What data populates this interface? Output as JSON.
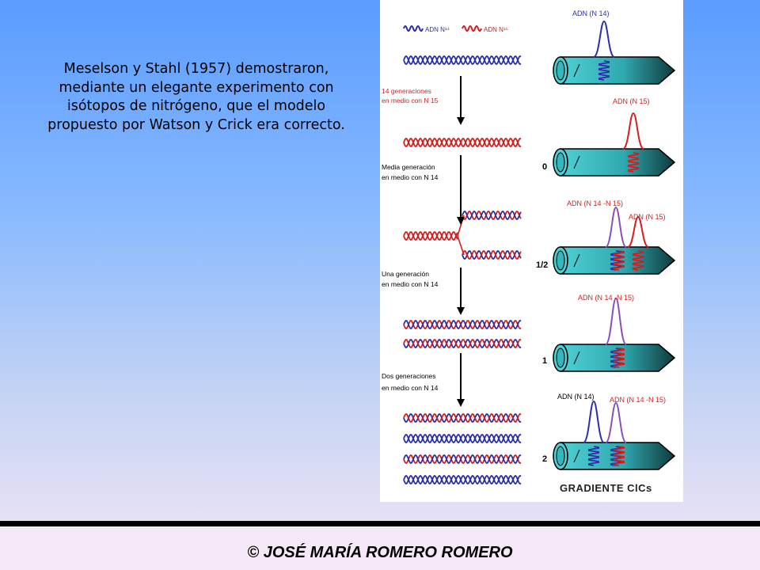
{
  "slide": {
    "caption": "Meselson y Stahl (1957) demostraron, mediante un elegante experimento con isótopos de nitrógeno, que el modelo propuesto por Watson y Crick era correcto.",
    "credit": "© JOSÉ MARÍA ROMERO ROMERO"
  },
  "figure": {
    "legend": {
      "n14": "ADN N¹⁴",
      "n15": "ADN N¹⁵"
    },
    "steps": [
      {
        "line1": "14 generaciones",
        "line2": "en medio con N 15"
      },
      {
        "line1": "Media generación",
        "line2": "en medio con N 14"
      },
      {
        "line1": "Una generación",
        "line2": "en medio con N 14"
      },
      {
        "line1": "Dos generaciones",
        "line2": "en medio con N 14"
      }
    ],
    "tubes": [
      {
        "label": "",
        "peaks": [
          "ADN (N 14)"
        ]
      },
      {
        "label": "0",
        "peaks": [
          "ADN (N 15)"
        ]
      },
      {
        "label": "1/2",
        "peaks": [
          "ADN (N 14 -N 15)",
          "ADN (N 15)"
        ]
      },
      {
        "label": "1",
        "peaks": [
          "ADN (N 14 -N 15)"
        ]
      },
      {
        "label": "2",
        "peaks": [
          "ADN (N 14)",
          "ADN (N 14 -N 15)"
        ]
      }
    ],
    "gradient_label": "GRADIENTE ClCs"
  },
  "colors": {
    "n14": "#2b2fa8",
    "n15": "#d41e1e",
    "hybrid": "#8a4fbf",
    "tube": "#3fbfc4",
    "background_top": "#5a9cff",
    "footer": "#f6e9f7"
  }
}
